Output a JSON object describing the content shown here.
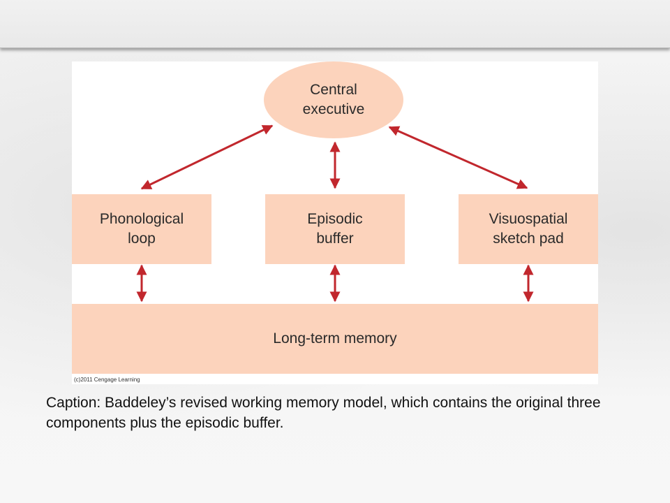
{
  "diagram": {
    "central": "Central\nexecutive",
    "phonological": "Phonological\nloop",
    "episodic": "Episodic\nbuffer",
    "visuospatial": "Visuospatial\nsketch pad",
    "long_term": "Long-term memory",
    "copyright": "(c)2011 Cengage Learning",
    "colors": {
      "box_fill": "#fcd3bc",
      "arrow": "#c1272d"
    }
  },
  "caption": "Caption: Baddeley’s revised working memory model, which contains the original three components plus the episodic buffer."
}
